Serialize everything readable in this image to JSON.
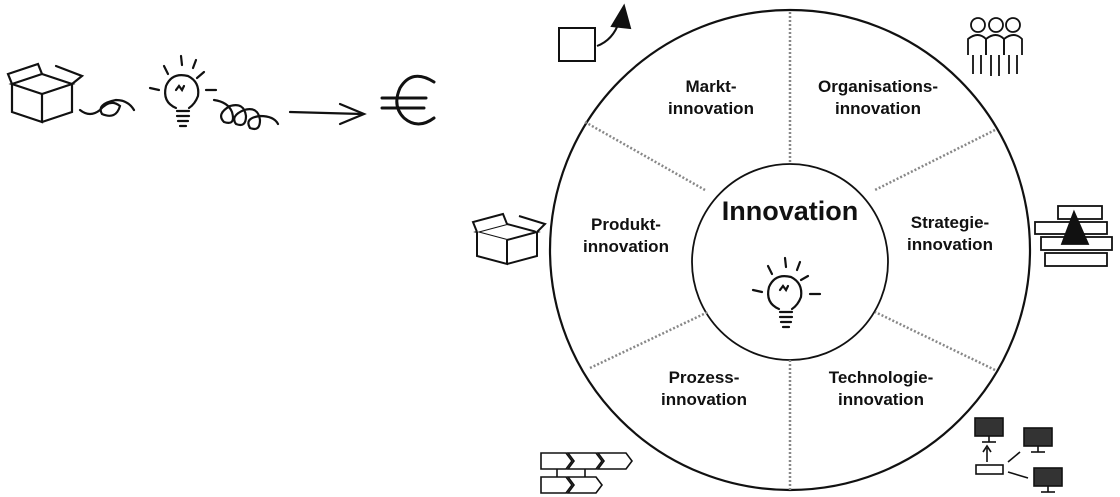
{
  "diagram": {
    "center": {
      "title": "Innovation",
      "icon": "lightbulb-icon"
    },
    "segments": [
      {
        "id": "markt",
        "line1": "Markt-",
        "line2": "innovation",
        "icon": "chart-arrow-icon"
      },
      {
        "id": "organisation",
        "line1": "Organisations-",
        "line2": "innovation",
        "icon": "people-icon"
      },
      {
        "id": "strategie",
        "line1": "Strategie-",
        "line2": "innovation",
        "icon": "strategy-bars-icon"
      },
      {
        "id": "technologie",
        "line1": "Technologie-",
        "line2": "innovation",
        "icon": "network-computers-icon"
      },
      {
        "id": "prozess",
        "line1": "Prozess-",
        "line2": "innovation",
        "icon": "process-chevrons-icon"
      },
      {
        "id": "produkt",
        "line1": "Produkt-",
        "line2": "innovation",
        "icon": "box-icon"
      }
    ]
  },
  "top_left_sketch": {
    "icons": [
      "box-icon",
      "lightbulb-icon",
      "euro-icon"
    ],
    "euro_symbol": "€"
  }
}
